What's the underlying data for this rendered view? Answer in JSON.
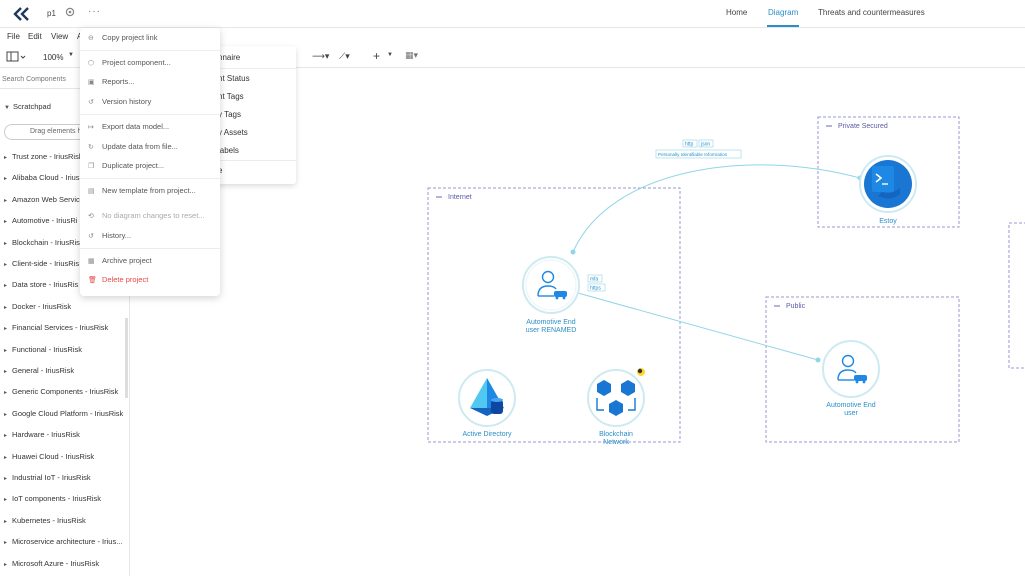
{
  "app": {
    "project_name": "p1",
    "nav_tabs": [
      {
        "label": "Home",
        "active": false
      },
      {
        "label": "Diagram",
        "active": true
      },
      {
        "label": "Threats and countermeasures",
        "active": false
      }
    ],
    "accent_color": "#2a8fc7"
  },
  "menubar": {
    "file": "File",
    "edit": "Edit",
    "view": "View",
    "more": "A"
  },
  "toolbar": {
    "zoom": "100%"
  },
  "sidebar": {
    "search_placeholder": "Search Components",
    "scratchpad_label": "Scratchpad",
    "drag_hint": "Drag elements h",
    "components": [
      "Trust zone - IriusRisk",
      "Alibaba Cloud - IriusR",
      "Amazon Web Services",
      "Automotive - IriusRi",
      "Blockchain - IriusRisk",
      "Client-side - IriusRis",
      "Data store - IriusRis",
      "Docker - IriusRisk",
      "Financial Services - IriusRisk",
      "Functional - IriusRisk",
      "General - IriusRisk",
      "Generic Components - IriusRisk",
      "Google Cloud Platform - IriusRisk",
      "Hardware - IriusRisk",
      "Huawei Cloud - IriusRisk",
      "Industrial IoT - IriusRisk",
      "IoT components - IriusRisk",
      "Kubernetes - IriusRisk",
      "Microservice architecture - Irius...",
      "Microsoft Azure - IriusRisk"
    ]
  },
  "project_menu": {
    "items": [
      {
        "label": "Copy project link",
        "icon": "link-icon",
        "state": "normal"
      },
      {
        "label": "Project component...",
        "icon": "component-icon",
        "state": "normal"
      },
      {
        "label": "Reports...",
        "icon": "report-icon",
        "state": "normal"
      },
      {
        "label": "Version history",
        "icon": "history-icon",
        "state": "normal"
      },
      {
        "label": "Export data model...",
        "icon": "export-icon",
        "state": "normal"
      },
      {
        "label": "Update data from file...",
        "icon": "refresh-icon",
        "state": "normal"
      },
      {
        "label": "Duplicate project...",
        "icon": "duplicate-icon",
        "state": "normal"
      },
      {
        "label": "New template from project...",
        "icon": "template-icon",
        "state": "normal"
      },
      {
        "label": "No diagram changes to reset...",
        "icon": "reset-icon",
        "state": "disabled"
      },
      {
        "label": "History...",
        "icon": "history-icon",
        "state": "normal"
      },
      {
        "label": "Archive project",
        "icon": "archive-icon",
        "state": "normal"
      },
      {
        "label": "Delete project",
        "icon": "trash-icon",
        "state": "danger"
      }
    ]
  },
  "background_menu": {
    "items": [
      "nnaire",
      "nt Status",
      "nt Tags",
      "y Tags",
      "y Assets",
      "labels",
      "e"
    ]
  },
  "diagram": {
    "zones": [
      {
        "name": "Private Secured"
      },
      {
        "name": "Internet"
      },
      {
        "name": "Public"
      }
    ],
    "nodes": [
      {
        "label_line1": "Estoy",
        "label_line2": ""
      },
      {
        "label_line1": "Automotive End",
        "label_line2": "user RENAMED"
      },
      {
        "label_line1": "Active Directory",
        "label_line2": ""
      },
      {
        "label_line1": "Blockchain",
        "label_line2": "Network"
      },
      {
        "label_line1": "Automotive End",
        "label_line2": "user"
      }
    ],
    "flow_tags": {
      "top": [
        "http",
        "json"
      ],
      "top_note": "Personally Identifiable Information",
      "mid": [
        "mfa",
        "https"
      ]
    }
  }
}
